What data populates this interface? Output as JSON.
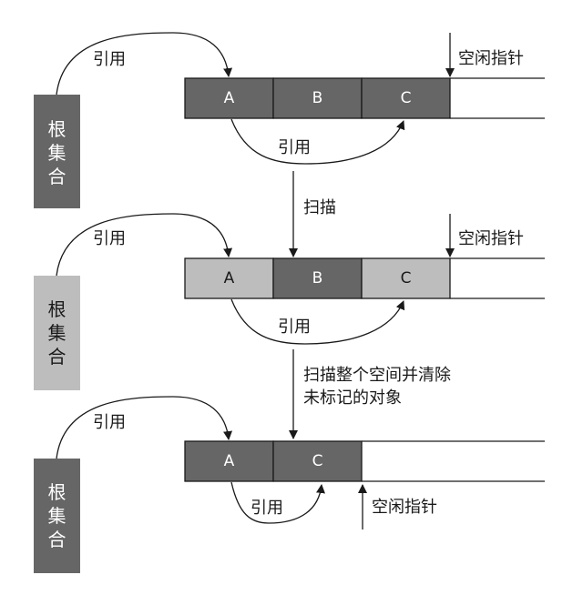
{
  "colors": {
    "dark": "#666666",
    "light": "#bdbdbd",
    "white": "#ffffff",
    "stroke": "#1a1a1a"
  },
  "labels": {
    "reference": "引用",
    "free_pointer": "空闲指针",
    "scan": "扫描",
    "sweep_line1": "扫描整个空间并清除",
    "sweep_line2": "未标记的对象"
  },
  "root_set": {
    "chars": [
      "根",
      "集",
      "合"
    ]
  },
  "stages": [
    {
      "root_fill": "dark",
      "cells": [
        {
          "label": "A",
          "fill": "dark"
        },
        {
          "label": "B",
          "fill": "dark"
        },
        {
          "label": "C",
          "fill": "dark"
        }
      ]
    },
    {
      "root_fill": "light",
      "cells": [
        {
          "label": "A",
          "fill": "light"
        },
        {
          "label": "B",
          "fill": "dark"
        },
        {
          "label": "C",
          "fill": "light"
        }
      ]
    },
    {
      "root_fill": "dark",
      "cells": [
        {
          "label": "A",
          "fill": "dark"
        },
        {
          "label": "C",
          "fill": "dark"
        }
      ]
    }
  ]
}
